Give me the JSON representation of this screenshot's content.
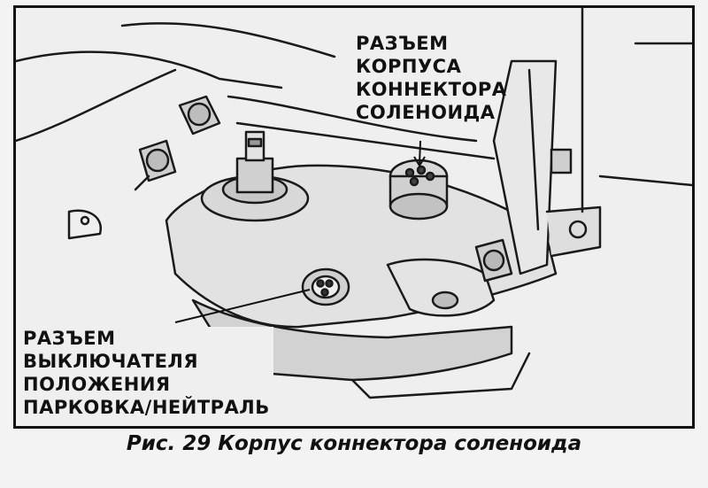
{
  "labels": {
    "solenoid_connector": {
      "lines": [
        "РАЗЪЕМ",
        "КОРПУСА",
        "КОННЕКТОРА",
        "СОЛЕНОИДА"
      ]
    },
    "park_neutral_switch": {
      "lines": [
        "РАЗЪЕМ",
        "ВЫКЛЮЧАТЕЛЯ",
        "ПОЛОЖЕНИЯ",
        "ПАРКОВКА/НЕЙТРАЛЬ"
      ]
    }
  },
  "caption": "Рис. 29 Корпус коннектора соленоида"
}
